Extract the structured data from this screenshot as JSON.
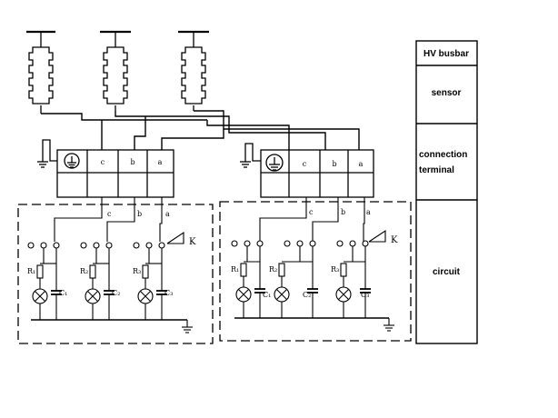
{
  "legend": {
    "hv_busbar": "HV busbar",
    "sensor": "sensor",
    "connection_terminal_line1": "connection",
    "connection_terminal_line2": "terminal",
    "circuit": "circuit"
  },
  "terminal_labels": {
    "c": "c",
    "b": "b",
    "a": "a"
  },
  "switch_label": "K",
  "left_circuit": {
    "resistors": [
      "R₁",
      "R₂",
      "R₃"
    ],
    "capacitors": [
      "C₁",
      "C₂",
      "C₃"
    ]
  },
  "right_circuit": {
    "resistors": [
      "R₁",
      "R₂",
      "R₃"
    ],
    "capacitors": [
      "C₁",
      "C₂",
      "C₃"
    ]
  }
}
